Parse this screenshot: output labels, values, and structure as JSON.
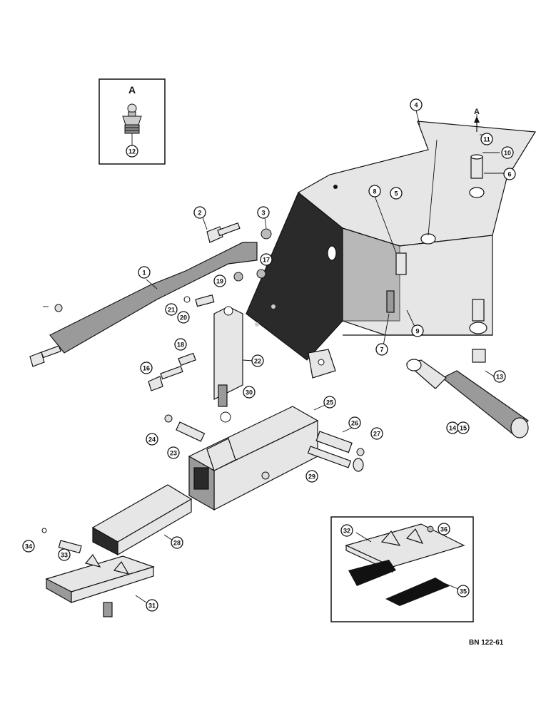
{
  "inset_a": {
    "label": "A",
    "part": "12"
  },
  "arrow_label": "A",
  "drawing_number": "BN 122-61",
  "callouts": [
    "1",
    "2",
    "3",
    "4",
    "5",
    "6",
    "7",
    "8",
    "9",
    "10",
    "11",
    "12",
    "13",
    "14",
    "15",
    "16",
    "17",
    "18",
    "19",
    "20",
    "21",
    "22",
    "23",
    "24",
    "25",
    "26",
    "27",
    "28",
    "29",
    "30",
    "31",
    "32",
    "33",
    "34",
    "35",
    "36"
  ]
}
